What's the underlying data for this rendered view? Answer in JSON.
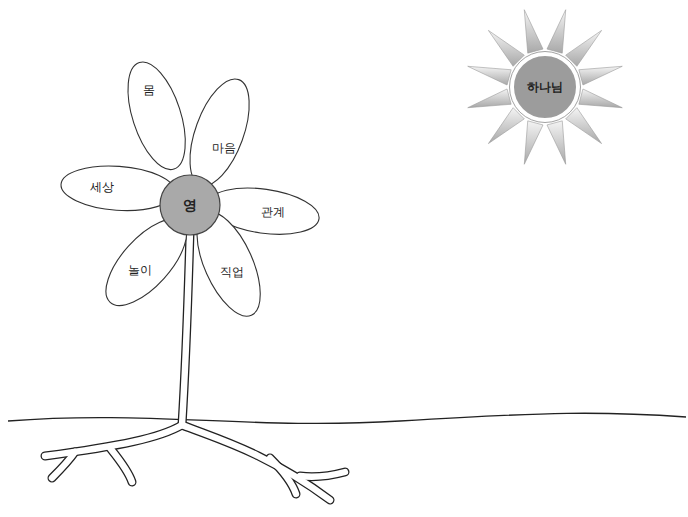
{
  "diagram": {
    "nodes": [
      {
        "text": [
          "하나님"
        ]
      },
      {
        "text": [
          "몸"
        ]
      },
      {
        "text": [
          "마음"
        ]
      },
      {
        "text": [
          "세상"
        ]
      },
      {
        "text": [
          "영"
        ]
      },
      {
        "text": [
          "관계"
        ]
      },
      {
        "text": [
          "놀이"
        ]
      },
      {
        "text": [
          "직업"
        ]
      }
    ]
  }
}
